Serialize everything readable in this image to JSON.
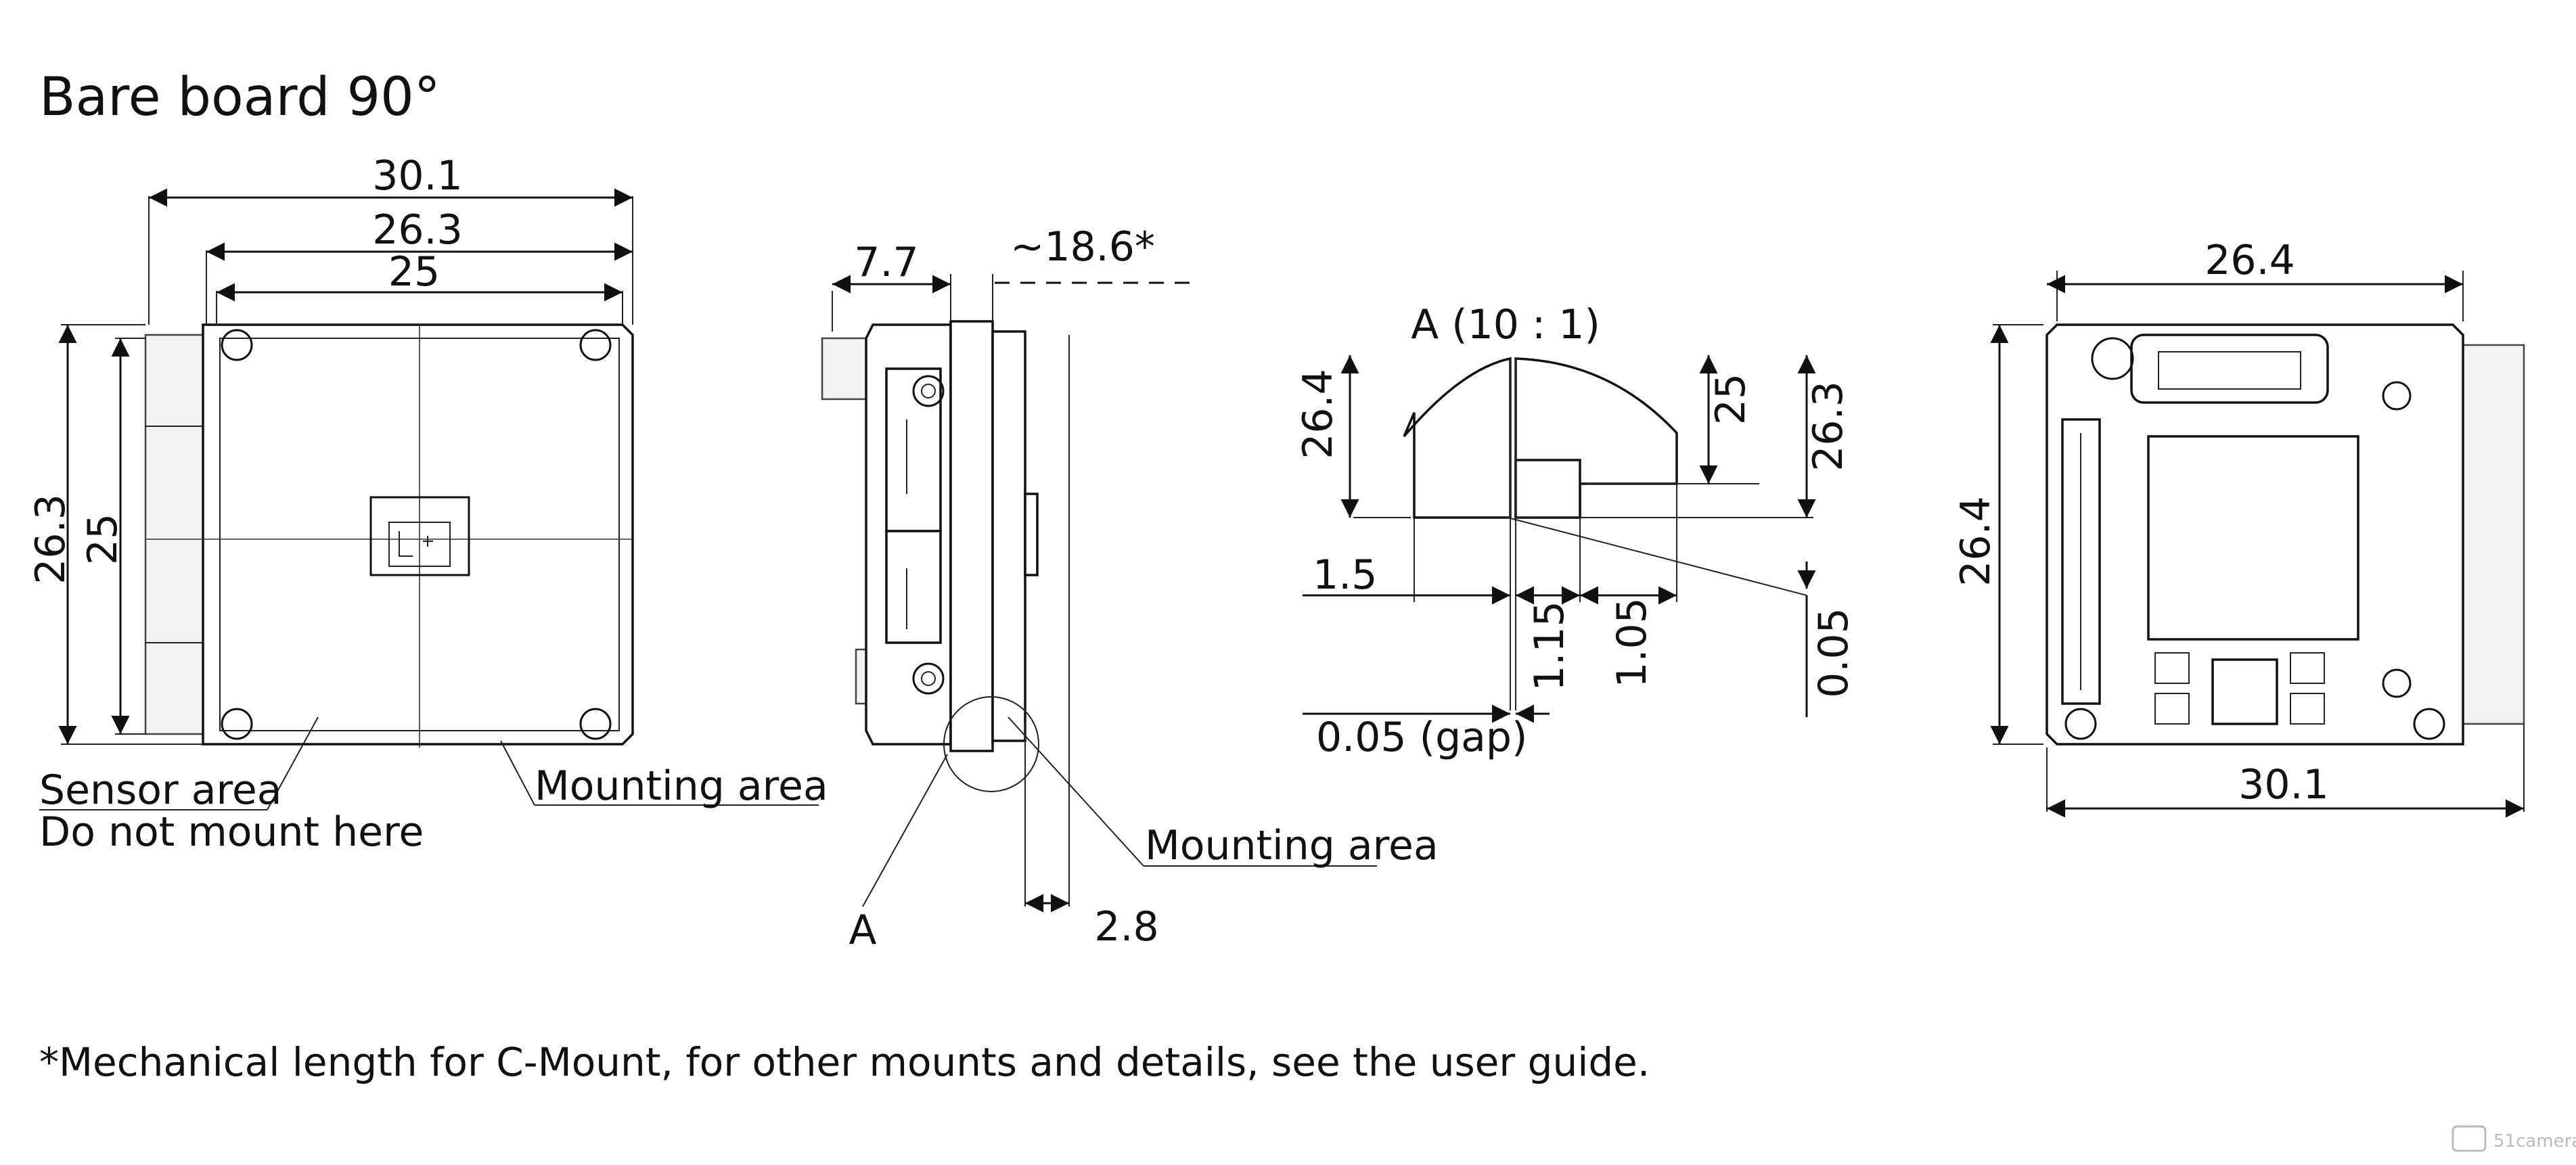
{
  "title": "Bare board  90°",
  "front_view": {
    "width_overall": "30.1",
    "width_mid": "26.3",
    "width_inner": "25",
    "height_overall": "26.3",
    "height_inner": "25",
    "label_sensor_area": "Sensor area",
    "label_do_not_mount": "Do not mount here",
    "label_mounting_area": "Mounting area"
  },
  "side_view": {
    "depth": "7.7",
    "mech_length": "~18.6*",
    "flange": "2.8",
    "label_mounting_area": "Mounting area",
    "detail_marker": "A"
  },
  "detail_view": {
    "title": "A (10 : 1)",
    "dim_left_height": "26.4",
    "dim_mid_height": "25",
    "dim_right_height": "26.3",
    "dim_left_offset": "1.5",
    "dim_1_15": "1.15",
    "dim_1_05": "1.05",
    "dim_0_05_right": "0.05",
    "dim_gap": "0.05  (gap)"
  },
  "back_view": {
    "width_top": "26.4",
    "width_bottom": "30.1",
    "height": "26.4"
  },
  "footnote": "*Mechanical length for C-Mount, for other mounts and details, see the user guide.",
  "watermark": "51camera"
}
